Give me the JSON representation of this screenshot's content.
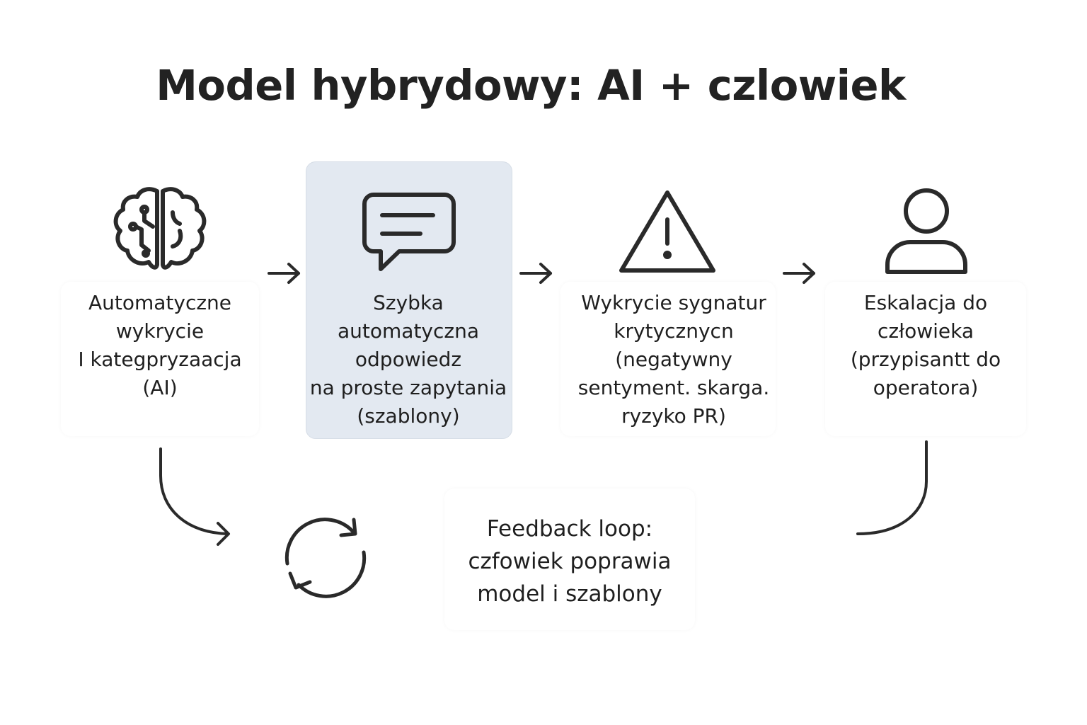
{
  "title": "Model hybrydowy: AI + czlowiek",
  "steps": [
    {
      "icon": "brain-icon",
      "lines": [
        "Automatyczne",
        "wykrycie",
        "I kategpryzaacja",
        "(AI)"
      ]
    },
    {
      "icon": "chat-bubble-icon",
      "lines": [
        "Szybka",
        "automatyczna",
        "odpowiedz",
        "na proste zapytania",
        "(szablony)"
      ]
    },
    {
      "icon": "warning-triangle-icon",
      "lines": [
        "Wykrycie sygnatur",
        "krytycznycn",
        "(negatywny",
        "sentyment. skarga.",
        "ryzyko PR)"
      ]
    },
    {
      "icon": "person-icon",
      "lines": [
        "Eskalacja do",
        "człowieka",
        "(przypisantt do",
        "operatora)"
      ]
    }
  ],
  "feedback": {
    "icon": "refresh-cycle-icon",
    "lines": [
      "Feedback loop:",
      "czfowiek poprawia",
      "model i szablony"
    ]
  },
  "colors": {
    "highlight_box": "#e3e9f1",
    "stroke": "#2a2a2a",
    "text": "#1f1f1f"
  }
}
